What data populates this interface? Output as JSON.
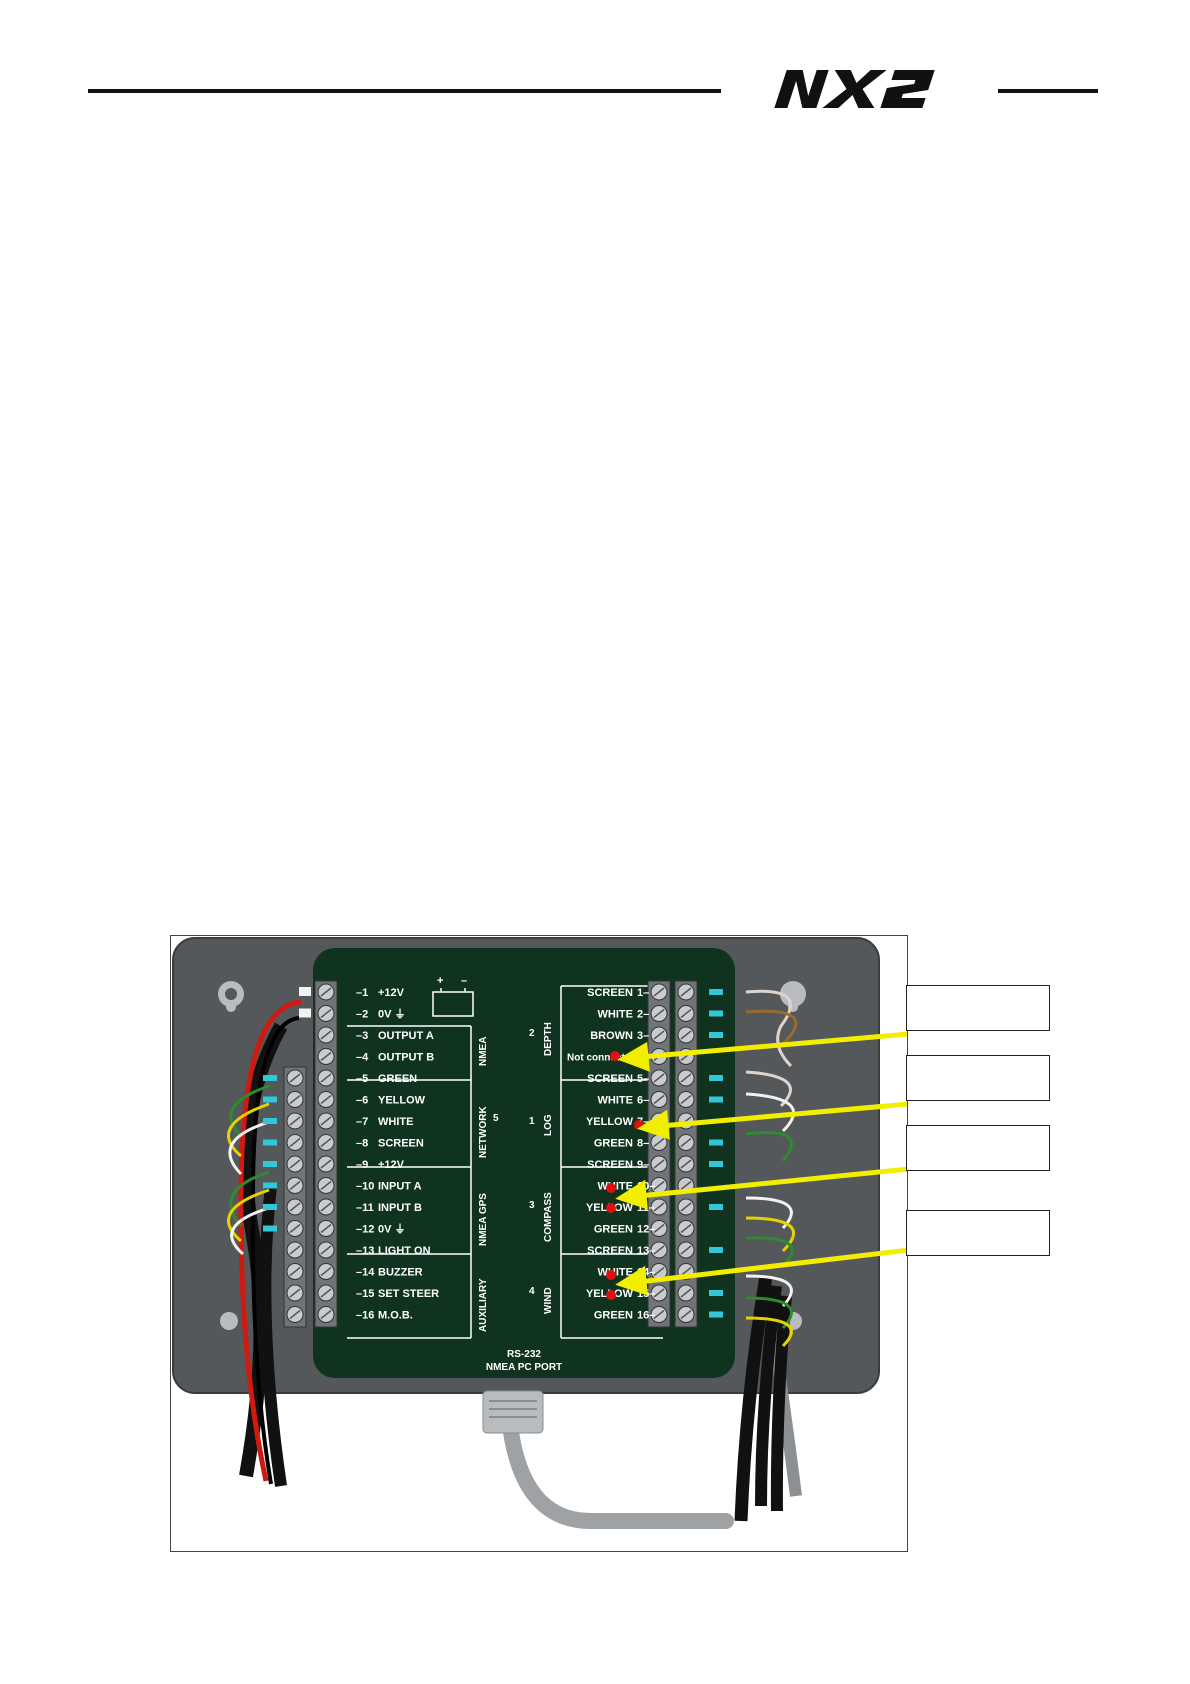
{
  "header": {
    "logo_text": "NX2"
  },
  "figure": {
    "left_terminals": [
      {
        "num": "1",
        "label": "+12V"
      },
      {
        "num": "2",
        "label": "0V ⏚"
      },
      {
        "num": "3",
        "label": "OUTPUT A"
      },
      {
        "num": "4",
        "label": "OUTPUT B"
      },
      {
        "num": "5",
        "label": "GREEN"
      },
      {
        "num": "6",
        "label": "YELLOW"
      },
      {
        "num": "7",
        "label": "WHITE"
      },
      {
        "num": "8",
        "label": "SCREEN"
      },
      {
        "num": "9",
        "label": "+12V"
      },
      {
        "num": "10",
        "label": "INPUT A"
      },
      {
        "num": "11",
        "label": "INPUT B"
      },
      {
        "num": "12",
        "label": "0V ⏚"
      },
      {
        "num": "13",
        "label": "LIGHT ON"
      },
      {
        "num": "14",
        "label": "BUZZER"
      },
      {
        "num": "15",
        "label": "SET STEER"
      },
      {
        "num": "16",
        "label": "M.O.B."
      }
    ],
    "right_terminals": [
      {
        "num": "1",
        "label": "SCREEN"
      },
      {
        "num": "2",
        "label": "WHITE"
      },
      {
        "num": "3",
        "label": "BROWN"
      },
      {
        "num": "",
        "label": "Not connected"
      },
      {
        "num": "5",
        "label": "SCREEN"
      },
      {
        "num": "6",
        "label": "WHITE"
      },
      {
        "num": "7",
        "label": "YELLOW"
      },
      {
        "num": "8",
        "label": "GREEN"
      },
      {
        "num": "9",
        "label": "SCREEN"
      },
      {
        "num": "10",
        "label": "WHITE"
      },
      {
        "num": "11",
        "label": "YELLOW"
      },
      {
        "num": "12",
        "label": "GREEN"
      },
      {
        "num": "13",
        "label": "SCREEN"
      },
      {
        "num": "14",
        "label": "WHITE"
      },
      {
        "num": "15",
        "label": "YELLOW"
      },
      {
        "num": "16",
        "label": "GREEN"
      }
    ],
    "left_groups": [
      "NMEA",
      "NETWORK",
      "NMEA GPS",
      "AUXILIARY"
    ],
    "network_num": "5",
    "right_groups": [
      {
        "num": "2",
        "name": "DEPTH"
      },
      {
        "num": "1",
        "name": "LOG"
      },
      {
        "num": "3",
        "name": "COMPASS"
      },
      {
        "num": "4",
        "name": "WIND"
      }
    ],
    "battery_signs": [
      "+",
      "–"
    ],
    "port_label_line1": "RS-232",
    "port_label_line2": "NMEA PC PORT"
  },
  "colors": {
    "housing": "#55585a",
    "panel": "#10331f",
    "arrow": "#f2ee00",
    "marker": "#e01010",
    "wire_tip": "#2ec8d8"
  }
}
